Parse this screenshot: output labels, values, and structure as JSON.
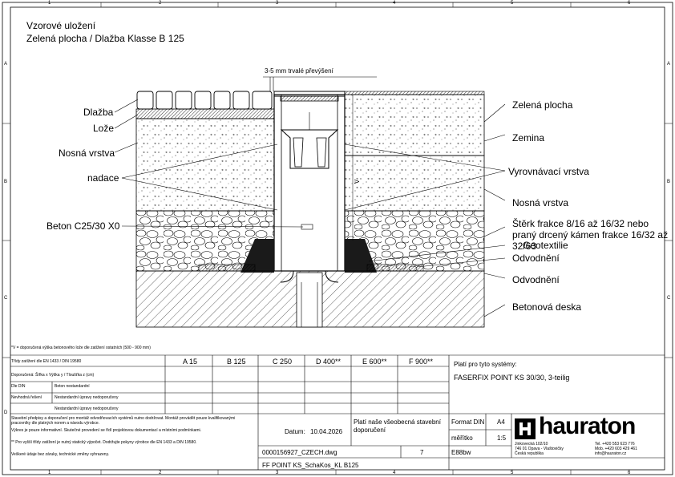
{
  "title": {
    "line1": "Vzorové uložení",
    "line2": "Zelená plocha / Dlažba Klasse B 125"
  },
  "grid": {
    "cols": [
      "1",
      "2",
      "3",
      "4",
      "5",
      "6"
    ],
    "rows": [
      "A",
      "B",
      "C",
      "D"
    ]
  },
  "drawing": {
    "top_note": "3-5 mm trvalé převýšení",
    "dimension": "V",
    "left_labels": [
      "Dlažba",
      "Lože",
      "Nosná vrstva",
      "nadace",
      "Beton C25/30 X0"
    ],
    "right_labels": [
      "Zelená plocha",
      "Zemina",
      "Vyrovnávací vrstva",
      "Nosná vrstva",
      "Štěrk frakce 8/16 až 16/32 nebo",
      "praný drcený kámen frakce 16/32 až",
      "32/63",
      "Geotextilie",
      "Odvodnění",
      "Odvodnění",
      "Betonová deska"
    ]
  },
  "footnote": "*V = doporučená výška betonového lože dle zatížení ostatních (500 - 900 mm)",
  "table": {
    "header_left": "Třídy zatížení dle EN 1433 / DIN 19580",
    "header_cols": [
      "A 15",
      "B 125",
      "C 250",
      "D 400**",
      "E 600**",
      "F 900**"
    ],
    "row2_label": "Doporučená: Šířka x Výška y / Tloušťka z (cm)",
    "row3a": "Dle DIN",
    "row3b": "Beton nestandardní",
    "row4a": "Nevhodná řešení",
    "row4b": "Nestandardní úpravy nedoporučeny",
    "row5": "Nestandardní úpravy nedoporučeny",
    "systems_label": "Platí pro tyto systémy:",
    "system_name": "FASERFIX POINT KS 30/30, 3-teilig"
  },
  "notes": {
    "p1": "Stavební předpisy a doporučení pro montáž odvodňovacích systémů nutno dodržovat. Montáž provádět pouze kvalifikovanými pracovníky dle platných norem a návodu výrobce.",
    "p2": "Výkres je pouze informativní. Skutečné provedení se řídí projektovou dokumentací a místními podmínkami.",
    "p3": "** Pro vyšší třídy zatížení je nutný statický výpočet. Dodržujte pokyny výrobce dle EN 1433 a DIN 19580.",
    "p4": "Veškeré údaje bez záruky, technické změny vyhrazeny."
  },
  "titleblock": {
    "plati": "Platí naše všeobecná stavební doporučení",
    "datum_label": "Datum:",
    "datum": "10.04.2026",
    "drawing_no": "0000156927_CZECH.dwg",
    "page": "7",
    "file_ref": "FF POINT KS_SchaKos_KL B125",
    "format_label": "Format DIN",
    "format_val": "A4",
    "scale_label": "měřítko",
    "scale_val": "1:5",
    "code": "E88bw"
  },
  "company": {
    "name": "hauraton",
    "addr1": "Jinkovecká 102/10",
    "addr2": "746 01 Opava - Vlaštovičky",
    "addr3": "Česká republika",
    "tel": "Tel. +420 553 623 776",
    "mob": "Mob. +420 603 429 461",
    "email": "info@hauraton.cz"
  }
}
